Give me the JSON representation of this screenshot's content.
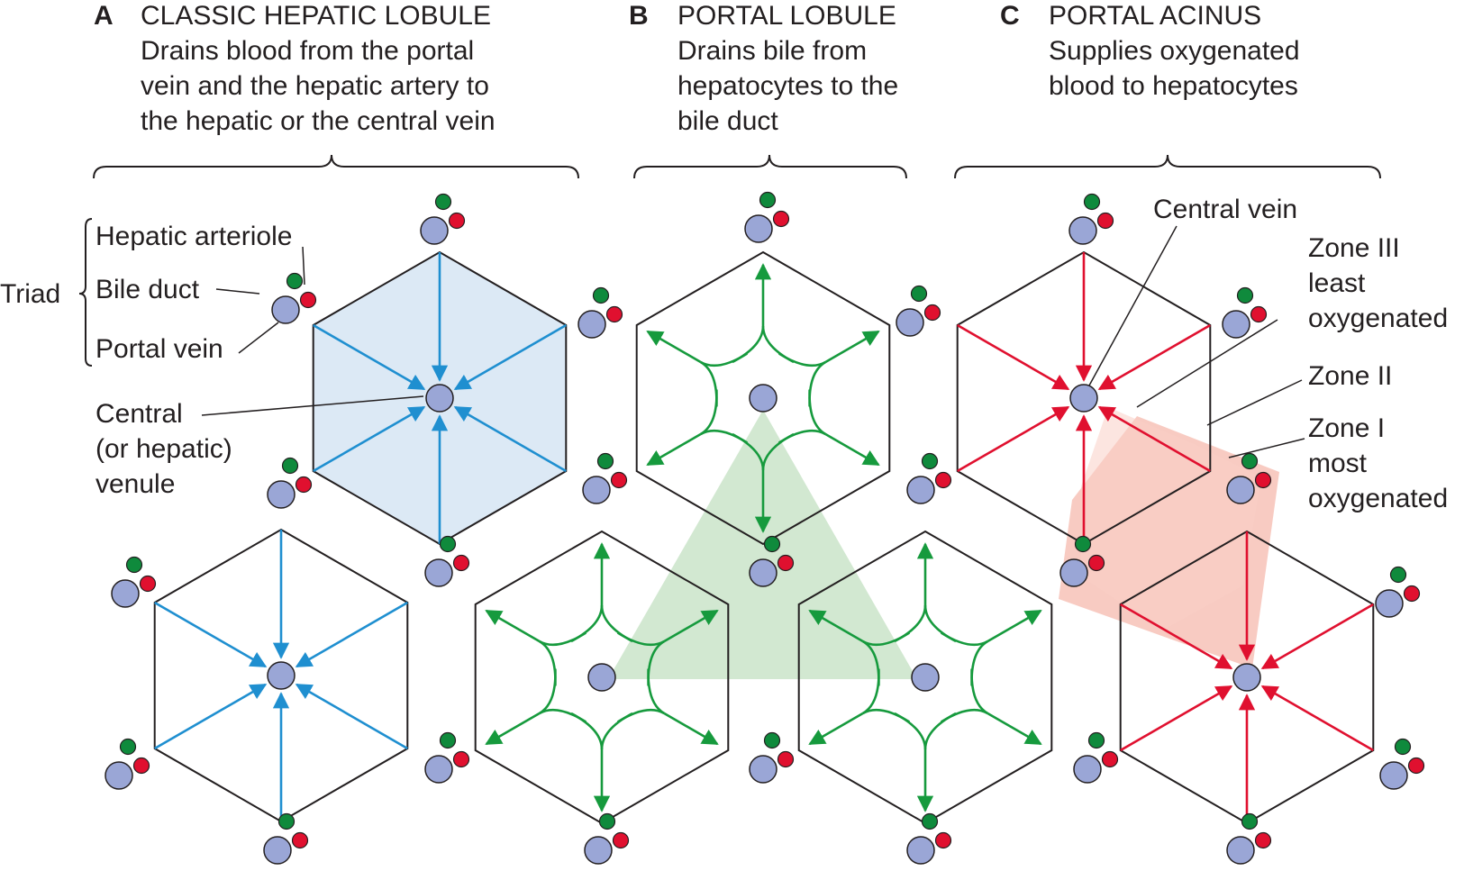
{
  "panels": [
    {
      "letter": "A",
      "title": "CLASSIC HEPATIC LOBULE",
      "desc": [
        "Drains blood from the portal",
        "vein and the hepatic artery to",
        "the hepatic or the central vein"
      ]
    },
    {
      "letter": "B",
      "title": "PORTAL LOBULE",
      "desc": [
        "Drains bile from",
        "hepatocytes to the",
        "bile duct"
      ]
    },
    {
      "letter": "C",
      "title": "PORTAL ACINUS",
      "desc": [
        "Supplies oxygenated",
        "blood to hepatocytes"
      ]
    }
  ],
  "labels": {
    "triad": "Triad",
    "hepatic_arteriole": "Hepatic arteriole",
    "bile_duct": "Bile duct",
    "portal_vein": "Portal vein",
    "central_venule": [
      "Central",
      "(or hepatic)",
      "venule"
    ],
    "central_vein": "Central vein",
    "zone3": [
      "Zone III",
      "least",
      "oxygenated"
    ],
    "zone2": "Zone II",
    "zone1": [
      "Zone I",
      "most",
      "oxygenated"
    ]
  },
  "colors": {
    "artery": "#e0102f",
    "bile": "#0f8a3c",
    "vein": "#9aa6d6",
    "lobule_fill": "#dce9f5",
    "blood_arrow": "#1f8fd0",
    "bile_arrow": "#169a3d",
    "oxy_arrow": "#e0102f",
    "portal_triangle": "#cde6cc",
    "acinus_fill": "#f6b9ae"
  }
}
